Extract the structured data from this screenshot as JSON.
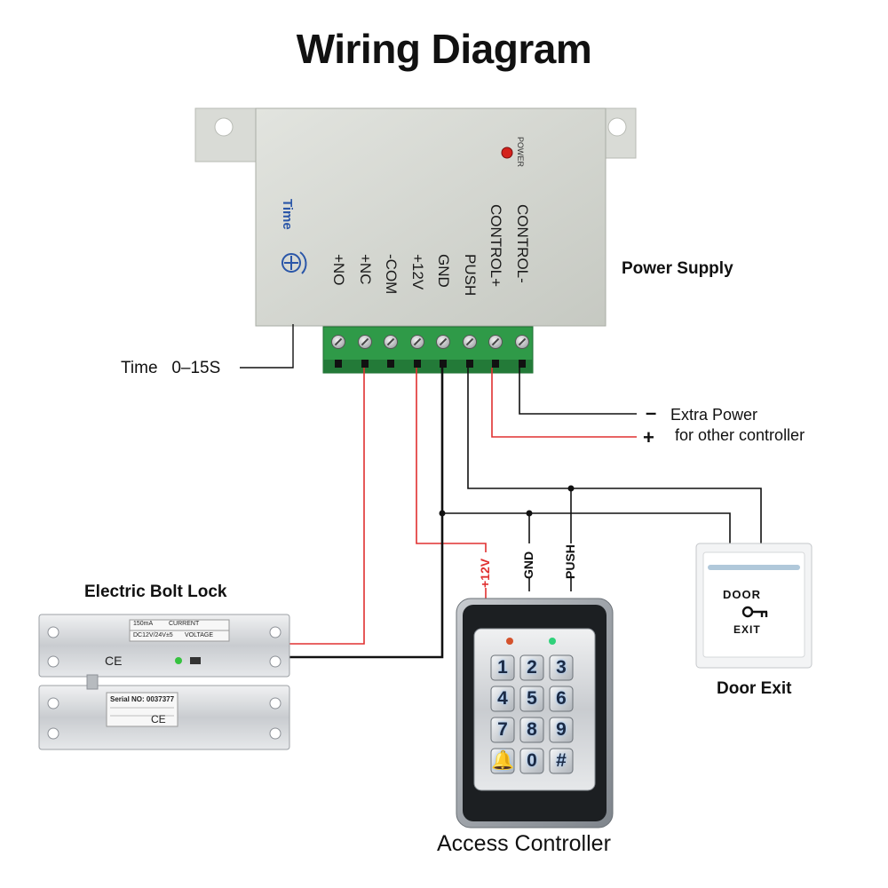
{
  "title": "Wiring Diagram",
  "power_supply": {
    "label": "Power Supply",
    "power_text": "POWER",
    "time_text": "Time",
    "terminals": [
      "+NO",
      "+NC",
      "-COM",
      "+12V",
      "GND",
      "PUSH",
      "CONTROL+",
      "CONTROL-"
    ]
  },
  "time_note": "Time   0–15S",
  "extra_power": {
    "minus": "–",
    "plus": "+",
    "line1": "Extra Power",
    "line2": "for other controller"
  },
  "bolt_lock": {
    "label": "Electric Bolt Lock",
    "current_label": "CURRENT",
    "current_value": "150mA",
    "voltage_label": "VOLTAGE",
    "voltage_value": "DC12V/24V±5",
    "serial": "Serial NO: 0037377",
    "ce": "CE"
  },
  "door_exit": {
    "label": "Door Exit",
    "door_text": "DOOR",
    "exit_text": "EXIT"
  },
  "access_controller": {
    "label": "Access Controller",
    "pins": [
      "+12V",
      "GND",
      "PUSH"
    ],
    "keys": [
      "1",
      "2",
      "3",
      "4",
      "5",
      "6",
      "7",
      "8",
      "9",
      "🔔",
      "0",
      "#"
    ]
  },
  "colors": {
    "red_wire": "#e03030",
    "black_wire": "#111111",
    "terminal_green": "#2f9a48",
    "case_grey": "#d5d7d2"
  }
}
